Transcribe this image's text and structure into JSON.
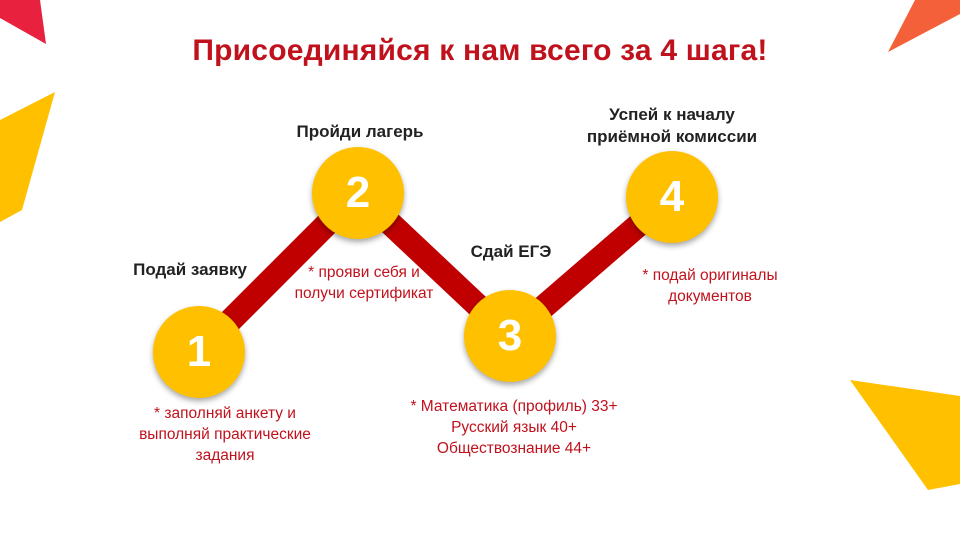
{
  "title": "Присоединяйся к нам всего за 4 шага!",
  "colors": {
    "accent_red": "#c0121d",
    "circle_yellow": "#ffc000",
    "decor_orange": "#f4603a",
    "decor_yellow": "#ffc000"
  },
  "steps": [
    {
      "number": "1",
      "title_lines": [
        "Подай заявку"
      ],
      "note_lines": [
        "* заполняй анкету и",
        "выполняй практические",
        "задания"
      ]
    },
    {
      "number": "2",
      "title_lines": [
        "Пройди лагерь"
      ],
      "note_lines": [
        "* прояви себя и",
        "получи сертификат"
      ]
    },
    {
      "number": "3",
      "title_lines": [
        "Сдай ЕГЭ"
      ],
      "note_lines": [
        "* Математика (профиль) 33+",
        "Русский язык 40+",
        "Обществознание 44+"
      ]
    },
    {
      "number": "4",
      "title_lines": [
        "Успей к началу",
        "приёмной комиссии"
      ],
      "note_lines": [
        "* подай оригиналы",
        "документов"
      ]
    }
  ]
}
